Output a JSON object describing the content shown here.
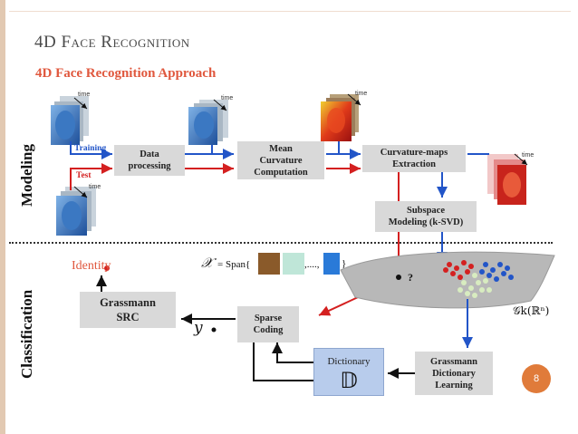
{
  "slide": {
    "title": "4D Face Recognition",
    "subtitle": "4D Face Recognition Approach",
    "page_number": "8"
  },
  "sections": {
    "modeling": "Modeling",
    "classification": "Classification"
  },
  "flow_labels": {
    "training": "Training",
    "test": "Test",
    "time": "time"
  },
  "boxes": {
    "data_processing": "Data\nprocessing",
    "mean_curvature": "Mean\nCurvature\nComputation",
    "curvature_maps": "Curvature-maps\nExtraction",
    "subspace_modeling": "Subspace\nModeling (k-SVD)",
    "grassmann_src": "Grassmann\nSRC",
    "sparse_coding": "Sparse\nCoding",
    "dictionary_label": "Dictionary",
    "dictionary_symbol": "𝔻",
    "grassmann_dict_learning": "Grassmann\nDictionary\nLearning"
  },
  "annotations": {
    "identity": "Identity",
    "span_symbol": "𝒳",
    "span_text": "= Span{",
    "span_dots": ",....,",
    "span_close": "}",
    "query_mark": "?",
    "y_symbol": "y",
    "manifold_label": "𝒢k(ℝⁿ)"
  },
  "colors": {
    "accent": "#e0583e",
    "training_arrow": "#2255c8",
    "test_arrow": "#d42020",
    "box_gray": "#d9d9d9",
    "dictionary_blue": "#b8ccec",
    "page_badge": "#e07b3a"
  }
}
